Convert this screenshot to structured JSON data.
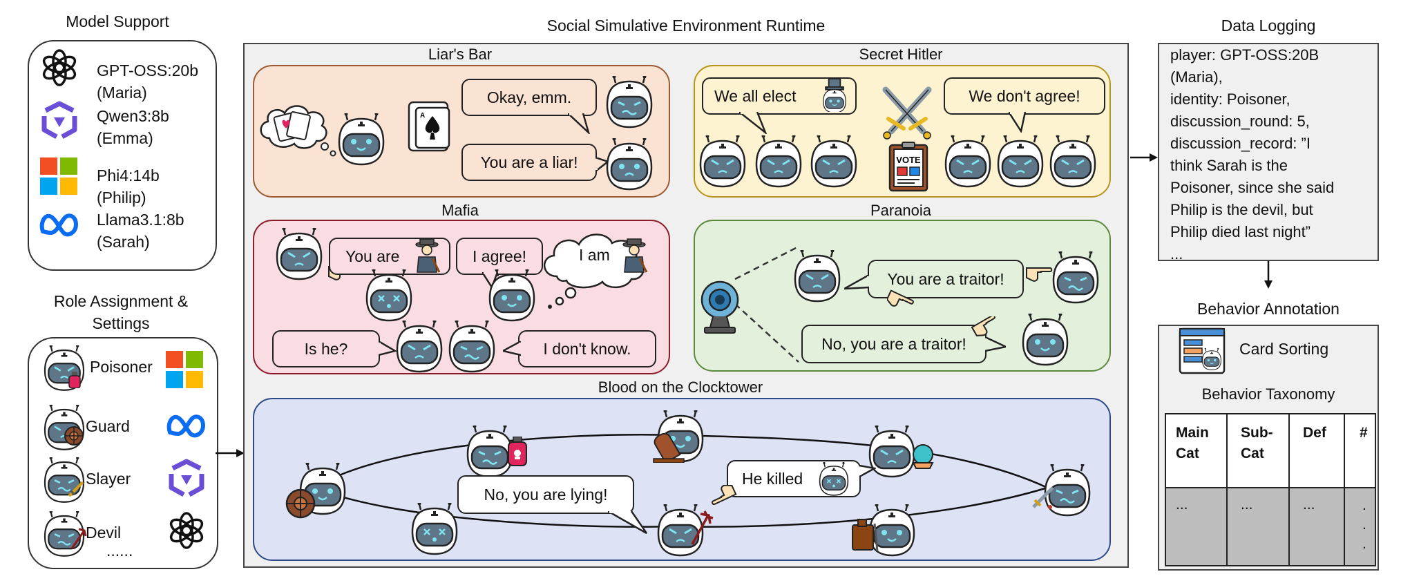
{
  "sections": {
    "model_support": "Model Support",
    "role_assignment": "Role Assignment & Settings",
    "runtime": "Social Simulative Environment Runtime",
    "data_logging": "Data Logging",
    "behavior_annotation": "Behavior Annotation"
  },
  "models": [
    {
      "name": "GPT-OSS:20b",
      "persona": "(Maria)",
      "icon": "openai-logo-icon"
    },
    {
      "name": "Qwen3:8b",
      "persona": "(Emma)",
      "icon": "qwen-logo-icon"
    },
    {
      "name": "Phi4:14b",
      "persona": "(Philip)",
      "icon": "microsoft-logo-icon"
    },
    {
      "name": "Llama3.1:8b",
      "persona": "(Sarah)",
      "icon": "meta-logo-icon"
    }
  ],
  "roles": [
    {
      "label": "Poisoner",
      "icon": "poison-icon",
      "model_icon": "microsoft-logo-icon"
    },
    {
      "label": "Guard",
      "icon": "shield-icon",
      "model_icon": "meta-logo-icon"
    },
    {
      "label": "Slayer",
      "icon": "sword-icon",
      "model_icon": "qwen-logo-icon"
    },
    {
      "label": "Devil",
      "icon": "trident-icon",
      "model_icon": "openai-logo-icon"
    }
  ],
  "roles_more": "......",
  "games": {
    "liars_bar": {
      "title": "Liar's Bar",
      "bubble1": "Okay, emm.",
      "bubble2": "You are a liar!"
    },
    "secret_hitler": {
      "title": "Secret Hitler",
      "bubble1": "We all elect",
      "bubble2": "We don't agree!",
      "vote": "VOTE"
    },
    "mafia": {
      "title": "Mafia",
      "bubble1": "You are",
      "bubble2": "I agree!",
      "bubble3": "I am",
      "bubble4": "Is he?",
      "bubble5": "I don't know."
    },
    "paranoia": {
      "title": "Paranoia",
      "bubble1": "You are a traitor!",
      "bubble2": "No, you are a traitor!"
    },
    "clocktower": {
      "title": "Blood on the Clocktower",
      "bubble1": "He killed",
      "bubble2": "No, you are lying!"
    }
  },
  "log": {
    "lines": [
      "player: GPT-OSS:20B",
      "(Maria),",
      "identity: Poisoner,",
      "discussion_round: 5,",
      "discussion_record: ”I",
      "think Sarah is the",
      "Poisoner, since she said",
      "Philip is the devil, but",
      "Philip died last night”",
      "..."
    ]
  },
  "annotation": {
    "card_sorting": "Card Sorting",
    "taxonomy_title": "Behavior Taxonomy",
    "columns": [
      "Main Cat",
      "Sub-Cat",
      "Def",
      "#"
    ],
    "cells": [
      "...",
      "...",
      "...",
      "."
    ]
  },
  "colors": {
    "liars_bar": "#fbe3d4",
    "liars_bar_border": "#9c5a33",
    "secret_hitler": "#fdf3d0",
    "secret_hitler_border": "#b7941f",
    "mafia": "#f9dde3",
    "mafia_border": "#8e1b2c",
    "paranoia": "#e3f0dc",
    "paranoia_border": "#5c8a3c",
    "clocktower": "#dde3f4",
    "clocktower_border": "#2d4a86",
    "runtime_bg": "#f0f0f0",
    "robot_face": "#5e7688",
    "robot_eye": "#7fe3f0"
  }
}
